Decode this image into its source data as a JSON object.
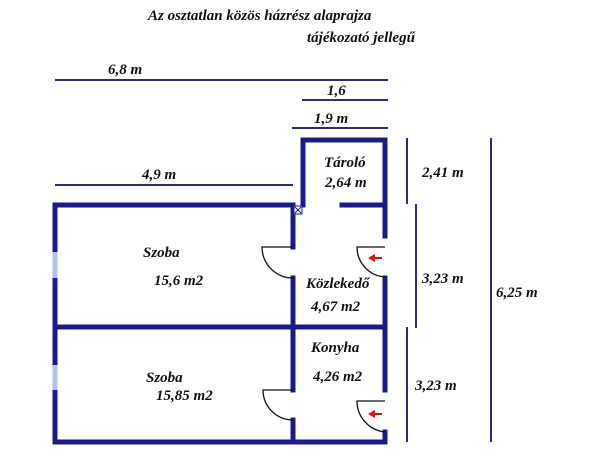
{
  "title": {
    "line1": "Az osztatlan közös házrész alaprajza",
    "line2": "tájékozató jellegű"
  },
  "colors": {
    "wall": "#1a1a8c",
    "dimension_line": "#2e2e78",
    "window": "#a9c8ec",
    "entry_arrow": "#e01010",
    "text": "#111111"
  },
  "dimensions": {
    "top_total": "6,8 m",
    "top_storage_inner": "1,6",
    "top_storage_outer": "1,9 m",
    "left_rooms_width": "4,9 m",
    "right_storage_height": "2,41 m",
    "right_hall_height": "3,23 m",
    "right_kitchen_height": "3,23 m",
    "right_total": "6,25 m"
  },
  "rooms": [
    {
      "name": "Tároló",
      "area": "2,64 m"
    },
    {
      "name": "Szoba",
      "area": "15,6 m2"
    },
    {
      "name": "Közlekedő",
      "area": "4,67 m2"
    },
    {
      "name": "Szoba",
      "area": "15,85 m2"
    },
    {
      "name": "Konyha",
      "area": "4,26 m2"
    }
  ]
}
